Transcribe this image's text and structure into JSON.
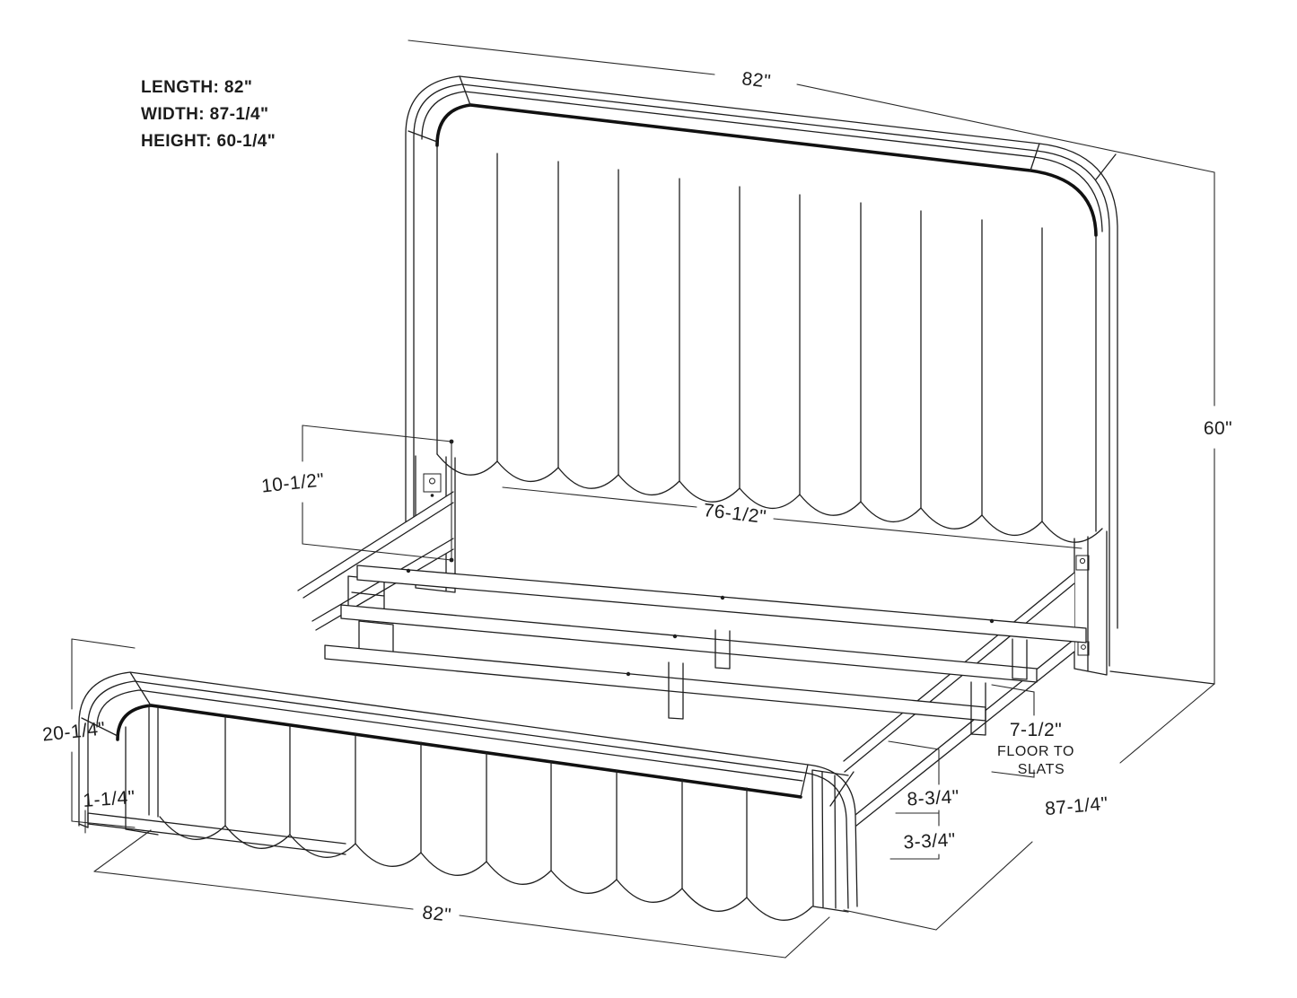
{
  "drawing": {
    "title": "bed-frame-dimension-diagram",
    "specs": {
      "length": "LENGTH: 82\"",
      "width": "WIDTH: 87-1/4\"",
      "height": "HEIGHT: 60-1/4\""
    },
    "dimensions": {
      "headboard_width_top": "82\"",
      "overall_height": "60\"",
      "leg_rail_height": "10-1/2\"",
      "inner_width": "76-1/2\"",
      "footboard_height": "20-1/4\"",
      "base_reveal": "1-1/4\"",
      "floor_to_slats_value": "7-1/2\"",
      "floor_to_slats_note_1": "FLOOR TO",
      "floor_to_slats_note_2": "SLATS",
      "side_rail_height": "8-3/4\"",
      "rail_clearance": "3-3/4\"",
      "overall_depth": "87-1/4\"",
      "footboard_width_bottom": "82\""
    },
    "colors": {
      "line": "#1f1f1f",
      "background": "#ffffff"
    }
  }
}
